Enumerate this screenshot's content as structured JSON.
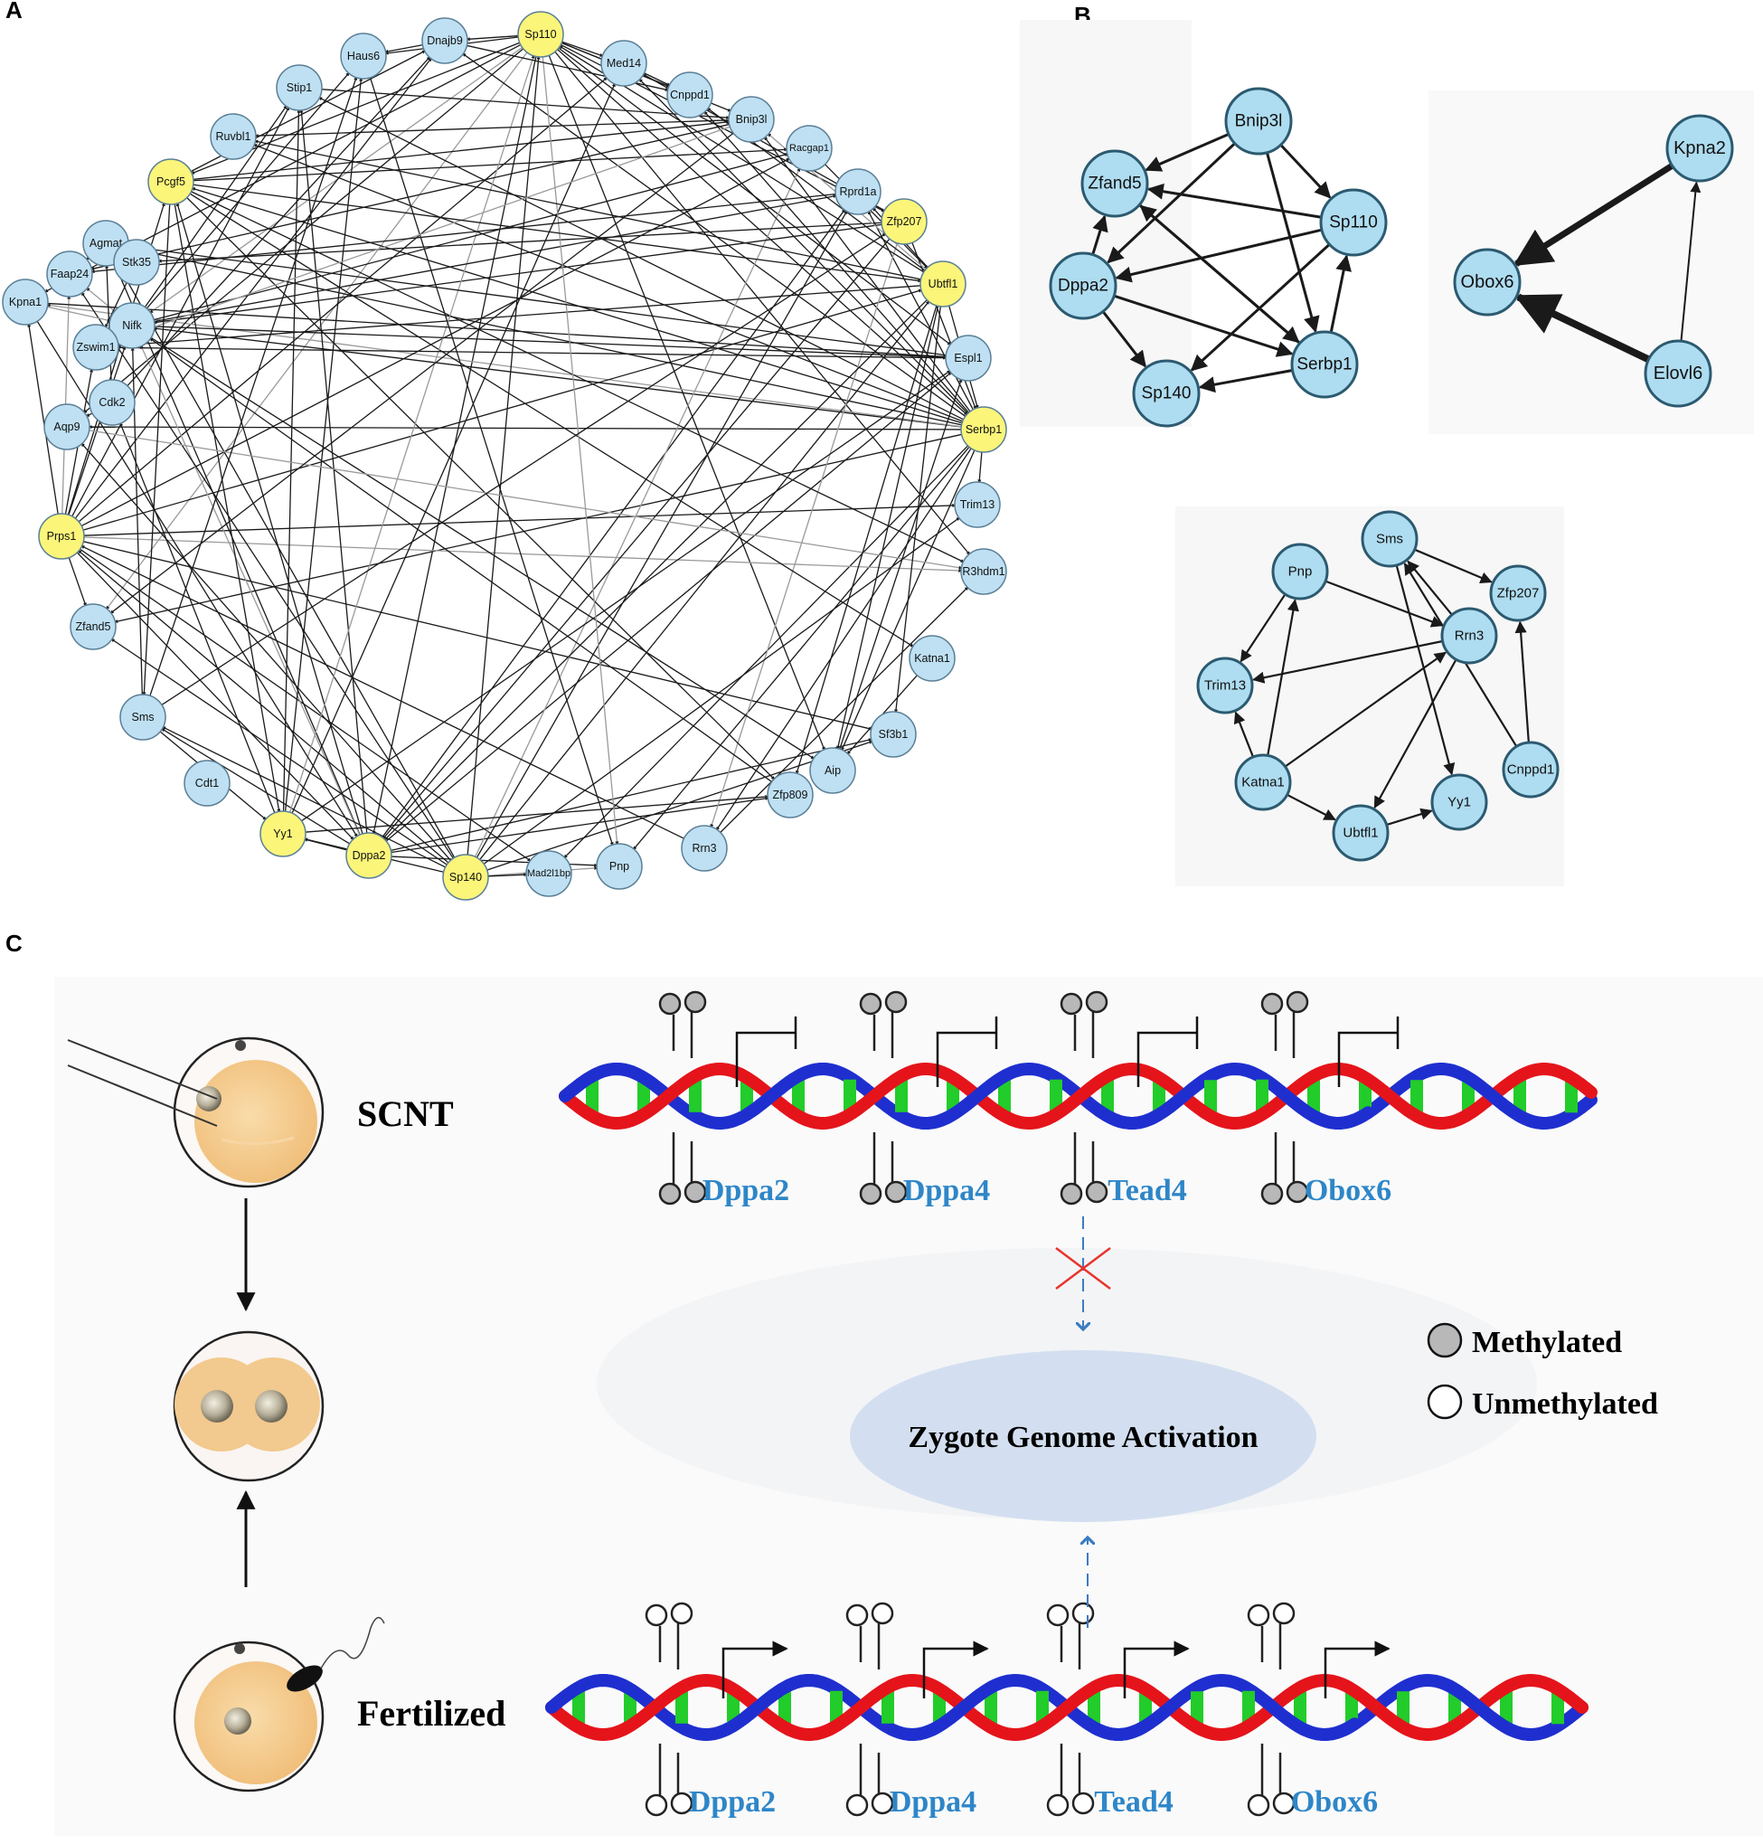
{
  "panel_labels": {
    "a": "A",
    "b": "B",
    "c": "C"
  },
  "colors": {
    "node_blue": "#bfe0f3",
    "node_yellow": "#fbf57a",
    "node_stroke": "#5b7f96",
    "b_node": "#aedcf0",
    "b_stroke": "#2c5a70",
    "edge": "#1a1a1a",
    "dna_red": "#e5141b",
    "dna_blue": "#1f2fcf",
    "dna_green": "#22cc2a",
    "gene_label": "#2e86c8",
    "zga_fill": "#d3dff0",
    "cross": "#e8342c",
    "egg_fill": "#f4c98a",
    "methyl_fill": "#b8b8b8"
  },
  "panel_a": {
    "nodes": [
      {
        "id": "Sp110",
        "type": "yellow"
      },
      {
        "id": "Dnajb9",
        "type": "blue"
      },
      {
        "id": "Haus6",
        "type": "blue"
      },
      {
        "id": "Med14",
        "type": "blue"
      },
      {
        "id": "Cnppd1",
        "type": "blue"
      },
      {
        "id": "Stip1",
        "type": "blue"
      },
      {
        "id": "Bnip3l",
        "type": "blue"
      },
      {
        "id": "Ruvbl1",
        "type": "blue"
      },
      {
        "id": "Racgap1",
        "type": "blue"
      },
      {
        "id": "Pcgf5",
        "type": "yellow"
      },
      {
        "id": "Rprd1a",
        "type": "blue"
      },
      {
        "id": "Zfp207",
        "type": "yellow"
      },
      {
        "id": "Agmat",
        "type": "blue"
      },
      {
        "id": "Faap24",
        "type": "blue"
      },
      {
        "id": "Stk35",
        "type": "blue"
      },
      {
        "id": "Ubtfl1",
        "type": "yellow"
      },
      {
        "id": "Kpna1",
        "type": "blue"
      },
      {
        "id": "Nifk",
        "type": "blue"
      },
      {
        "id": "Zswim1",
        "type": "blue"
      },
      {
        "id": "Espl1",
        "type": "blue"
      },
      {
        "id": "Cdk2",
        "type": "blue"
      },
      {
        "id": "Aqp9",
        "type": "blue"
      },
      {
        "id": "Serbp1",
        "type": "yellow"
      },
      {
        "id": "Trim13",
        "type": "blue"
      },
      {
        "id": "Prps1",
        "type": "yellow"
      },
      {
        "id": "R3hdm1",
        "type": "blue"
      },
      {
        "id": "Zfand5",
        "type": "blue"
      },
      {
        "id": "Katna1",
        "type": "blue"
      },
      {
        "id": "Sms",
        "type": "blue"
      },
      {
        "id": "Sf3b1",
        "type": "blue"
      },
      {
        "id": "Aip",
        "type": "blue"
      },
      {
        "id": "Cdt1",
        "type": "blue"
      },
      {
        "id": "Zfp809",
        "type": "blue"
      },
      {
        "id": "Yy1",
        "type": "yellow"
      },
      {
        "id": "Dppa2",
        "type": "yellow"
      },
      {
        "id": "Sp140",
        "type": "yellow"
      },
      {
        "id": "Mad2l1bp",
        "type": "blue"
      },
      {
        "id": "Pnp",
        "type": "blue"
      },
      {
        "id": "Rrn3",
        "type": "blue"
      }
    ]
  },
  "panel_b": {
    "graph1": {
      "nodes": [
        "Bnip3l",
        "Zfand5",
        "Sp110",
        "Dppa2",
        "Serbp1",
        "Sp140"
      ]
    },
    "graph2": {
      "nodes": [
        "Kpna2",
        "Obox6",
        "Elovl6"
      ]
    },
    "graph3": {
      "nodes": [
        "Sms",
        "Pnp",
        "Zfp207",
        "Rrn3",
        "Trim13",
        "Cnppd1",
        "Katna1",
        "Yy1",
        "Ubtfl1"
      ]
    }
  },
  "panel_c": {
    "scnt_label": "SCNT",
    "fertilized_label": "Fertilized",
    "genes_top": [
      "Dppa2",
      "Dppa4",
      "Tead4",
      "Obox6"
    ],
    "genes_bottom": [
      "Dppa2",
      "Dppa4",
      "Tead4",
      "Obox6"
    ],
    "zga_label": "Zygote Genome Activation",
    "legend": {
      "methylated": "Methylated",
      "unmethylated": "Unmethylated"
    }
  }
}
